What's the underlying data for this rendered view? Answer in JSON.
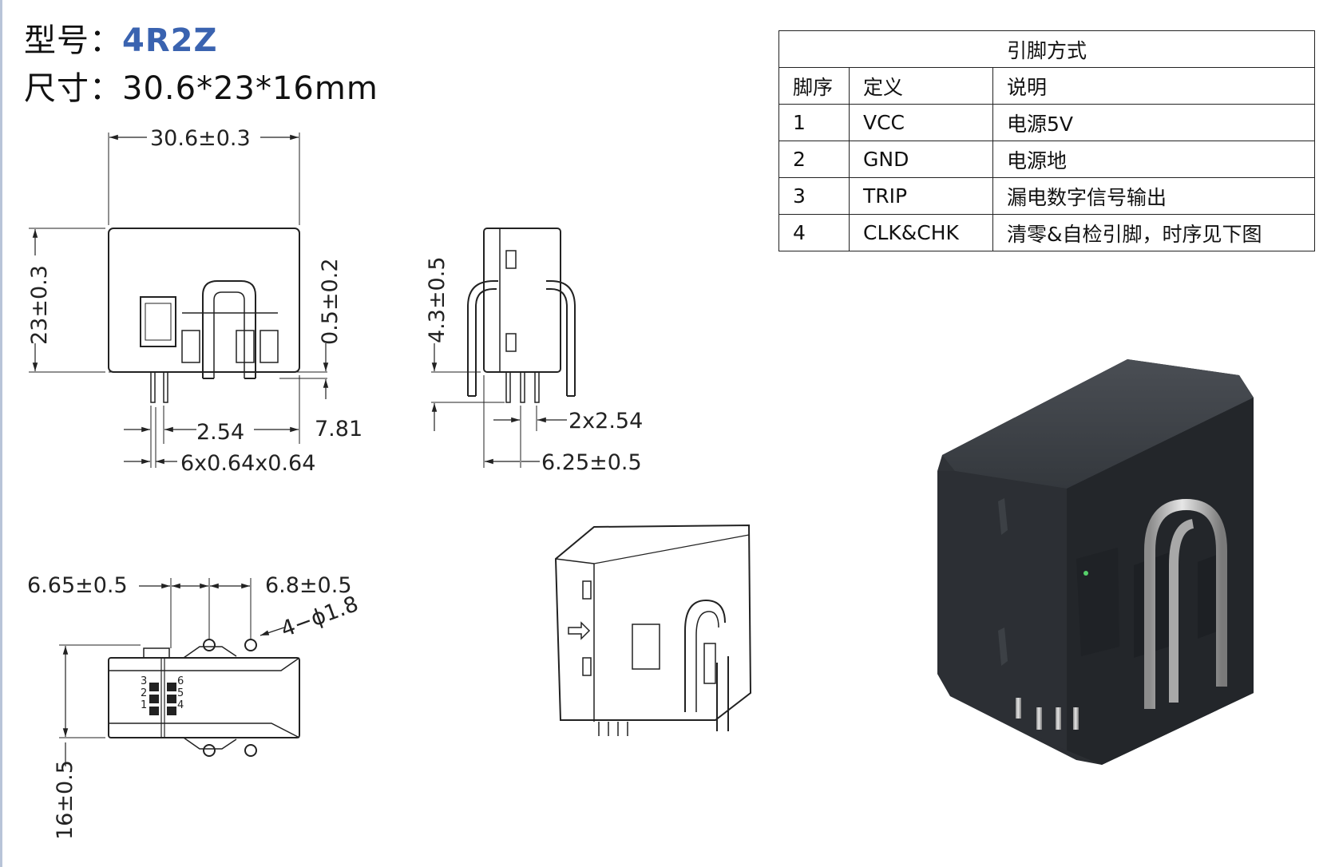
{
  "header": {
    "model_label": "型号：",
    "model_value": "4R2Z",
    "size_label": "尺寸：",
    "size_value": "30.6*23*16mm"
  },
  "pin_table": {
    "caption": "引脚方式",
    "columns": [
      "脚序",
      "定义",
      "说明"
    ],
    "rows": [
      [
        "1",
        "VCC",
        "电源5V"
      ],
      [
        "2",
        "GND",
        "电源地"
      ],
      [
        "3",
        "TRIP",
        "漏电数字信号输出"
      ],
      [
        "4",
        "CLK&CHK",
        "清零&自检引脚，时序见下图"
      ]
    ]
  },
  "dimensions": {
    "width": "30.6±0.3",
    "height": "23±0.3",
    "lead_offset": "0.5±0.2",
    "pitch_left": "2.54",
    "pitch_right": "7.81",
    "pin_size": "6x0.64x0.64",
    "side_height": "4.3±0.5",
    "side_pitch": "2x2.54",
    "side_depth": "6.25±0.5",
    "hole_left": "6.65±0.5",
    "hole_right": "6.8±0.5",
    "hole_diameter": "4−ϕ1.8",
    "depth": "16±0.5",
    "pin_numbers": [
      "3",
      "2",
      "1",
      "6",
      "5",
      "4"
    ]
  },
  "colors": {
    "model_value": "#3a63b0",
    "body_dark": "#2b2e32",
    "line": "#222222"
  }
}
